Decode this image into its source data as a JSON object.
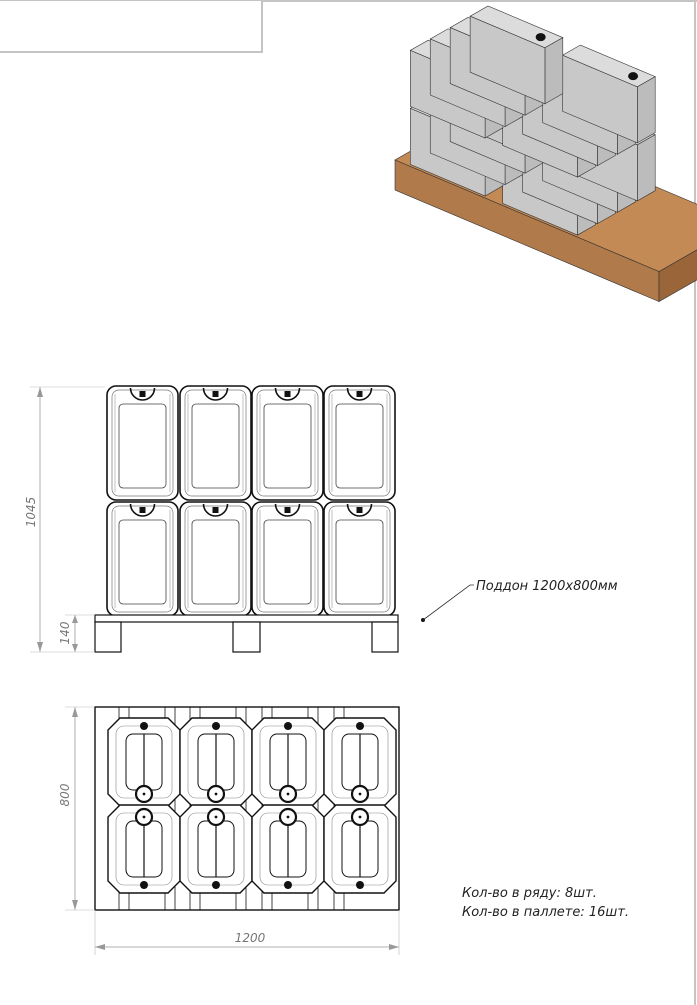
{
  "drawing": {
    "title_block": "",
    "front_view": {
      "height_dimension": "1045",
      "pallet_height_dimension": "140",
      "pallet_label": "Поддон 1200х800мм",
      "canisters_per_row": 4,
      "tiers": 2
    },
    "top_view": {
      "width_dimension": "1200",
      "depth_dimension": "800",
      "columns": 4,
      "rows": 2
    },
    "notes": {
      "per_row": "Кол-во в ряду: 8шт.",
      "per_pallet": "Кол-во в паллете: 16шт."
    },
    "colors": {
      "pallet_wood": "#b07a4a",
      "canister": "#c8c8c8",
      "line": "#111111",
      "dim_line": "#888888"
    }
  }
}
